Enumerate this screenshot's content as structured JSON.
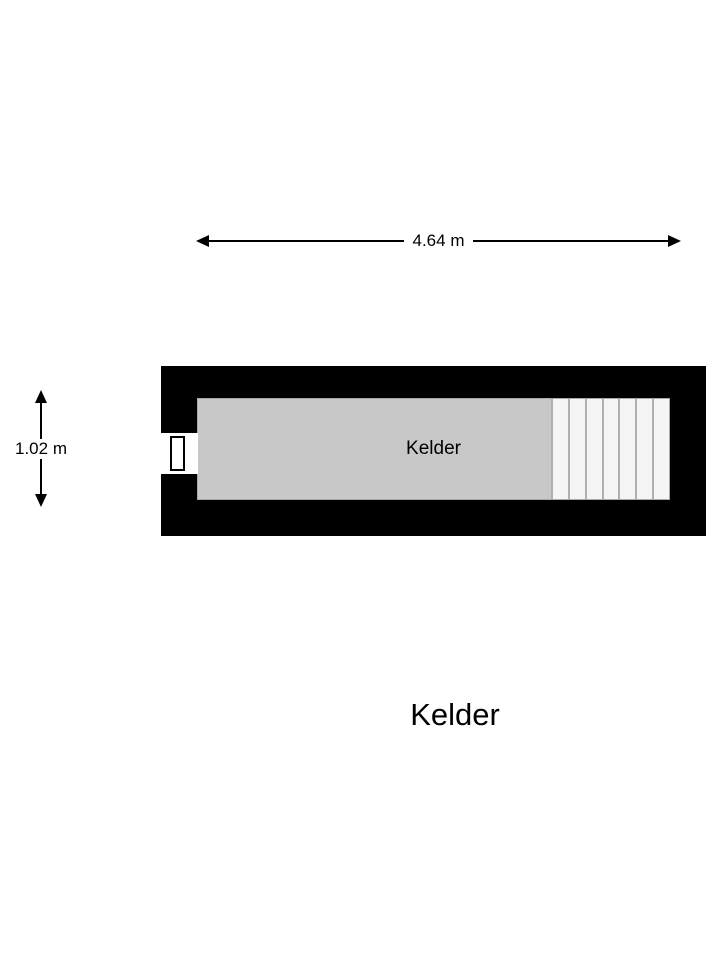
{
  "page_title": "Kelder",
  "dimensions": {
    "width_label": "4.64 m",
    "height_label": "1.02 m"
  },
  "floorplan": {
    "room_label": "Kelder",
    "stairs_steps": 7,
    "colors": {
      "wall": "#000000",
      "room_fill": "#c8c8c8",
      "stair_fill": "#f5f5f5",
      "stair_divider": "#b0b0b0",
      "background": "#ffffff"
    }
  }
}
